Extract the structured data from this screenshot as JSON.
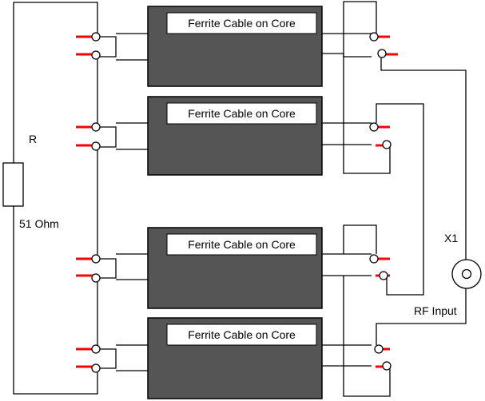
{
  "resistor": {
    "designator": "R",
    "value": "51 Ohm"
  },
  "connector": {
    "designator": "X1",
    "label": "RF Input"
  },
  "cores": [
    {
      "title": "Ferrite Cable on Core"
    },
    {
      "title": "Ferrite Cable on Core"
    },
    {
      "title": "Ferrite Cable on Core"
    },
    {
      "title": "Ferrite Cable on Core"
    }
  ],
  "colors": {
    "core_fill": "#555555",
    "lead": "#ff0000",
    "wire": "#000000"
  }
}
